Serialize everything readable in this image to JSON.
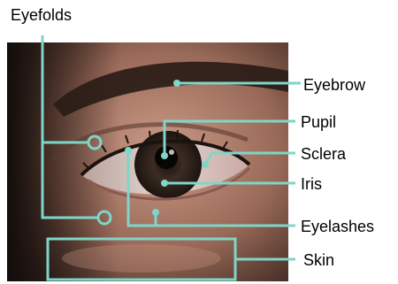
{
  "title": "Eyefolds",
  "labels": {
    "eyebrow": "Eyebrow",
    "pupil": "Pupil",
    "sclera": "Sclera",
    "iris": "Iris",
    "eyelashes": "Eyelashes",
    "skin": "Skin"
  },
  "colors": {
    "leader": "#7ed6c8",
    "text": "#000000"
  }
}
